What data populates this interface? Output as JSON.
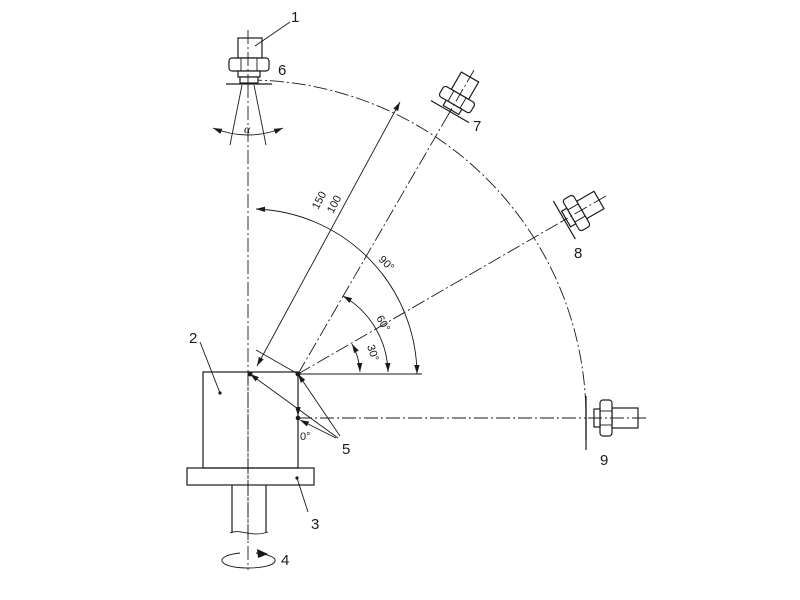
{
  "callouts": {
    "c1": "1",
    "c2": "2",
    "c3": "3",
    "c4": "4",
    "c5": "5",
    "c6": "6",
    "c7": "7",
    "c8": "8",
    "c9": "9"
  },
  "dimensions": {
    "d150": "150",
    "d100": "100",
    "a90": "90°",
    "a60": "60°",
    "a30": "30°",
    "a0": "0°",
    "alpha": "α"
  }
}
